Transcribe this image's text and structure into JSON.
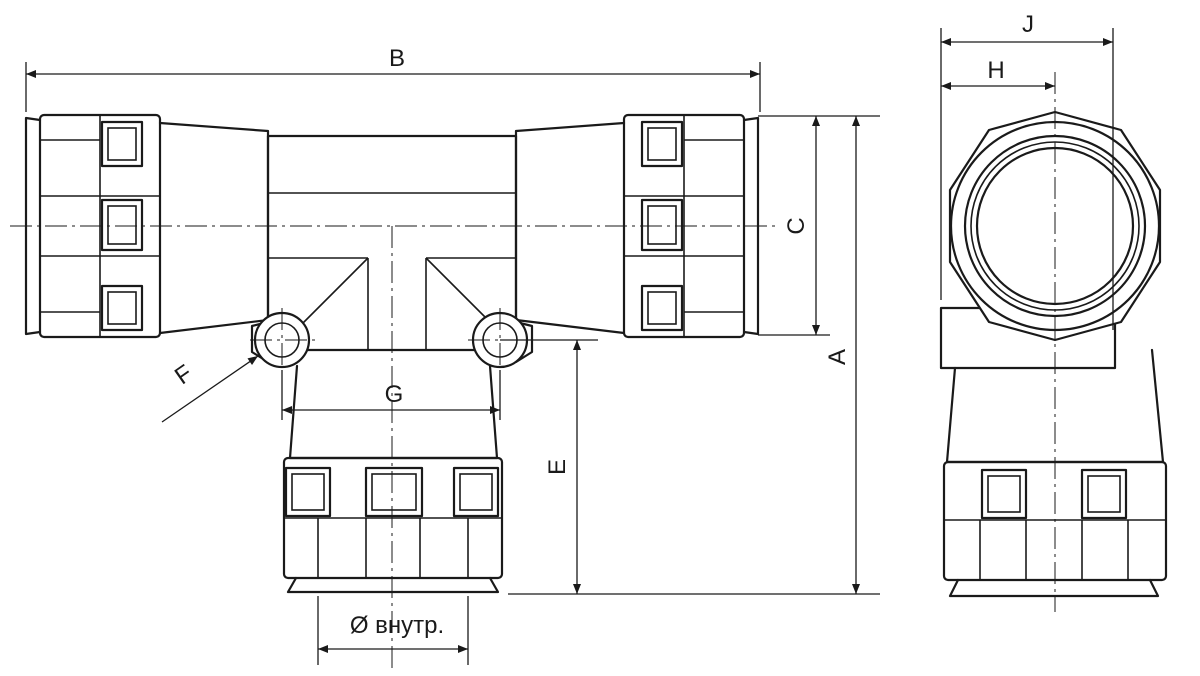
{
  "dimensions": {
    "A": "A",
    "B": "B",
    "C": "C",
    "E": "E",
    "F": "F",
    "G": "G",
    "H": "H",
    "J": "J",
    "inner_diameter": "Ø внутр."
  }
}
